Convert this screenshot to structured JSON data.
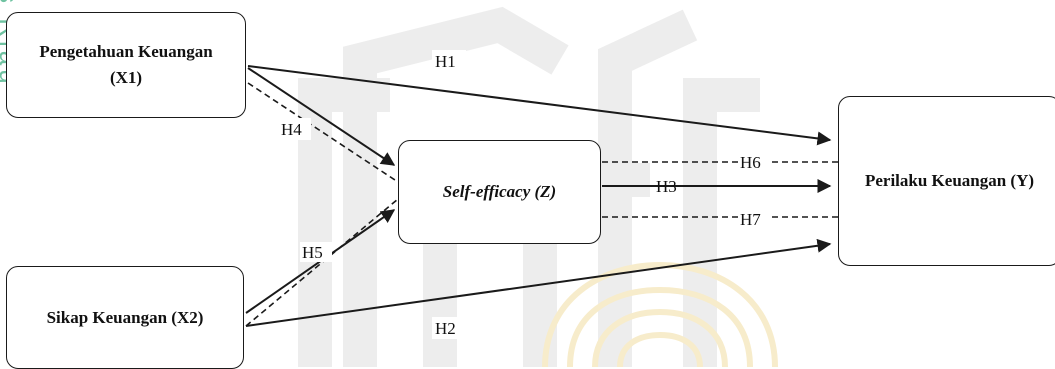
{
  "side_text": "s Riau",
  "nodes": {
    "x1": {
      "label": "Pengetahuan Keuangan\n(X1)"
    },
    "x2": {
      "label": "Sikap Keuangan (X2)"
    },
    "z": {
      "label": "Self-efficacy (Z)"
    },
    "y": {
      "label": "Perilaku Keuangan (Y)"
    }
  },
  "paths": {
    "h1": "H1",
    "h2": "H2",
    "h3": "H3",
    "h4": "H4",
    "h5": "H5",
    "h6": "H6",
    "h7": "H7"
  },
  "colors": {
    "line": "#1a1a1a",
    "watermark_gray": "#eeeeee",
    "watermark_gold": "#fbf1cf",
    "side_text": "#6fc2a1"
  }
}
